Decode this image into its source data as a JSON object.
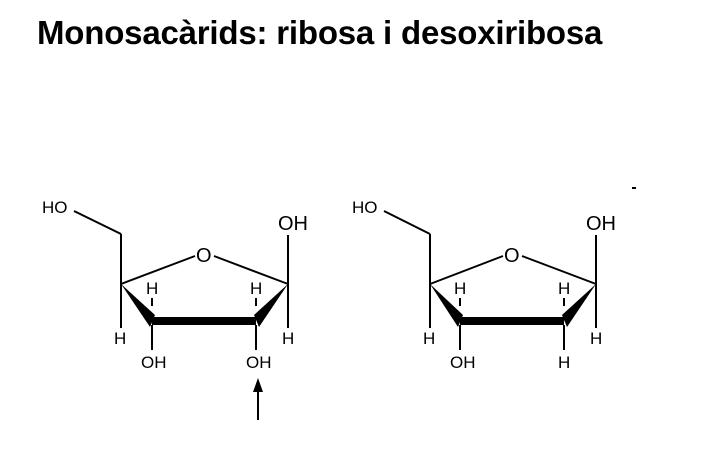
{
  "title": "Monosacàrids: ribosa i desoxiribosa",
  "colors": {
    "ink": "#000000",
    "background": "#ffffff"
  },
  "ribose": {
    "ring_oxygen": "O",
    "c5_hydroxyl": "HO",
    "c1_hydroxyl": "OH",
    "c4_h": "H",
    "c3_h_up": "H",
    "c3_oh_down": "OH",
    "c2_h_up": "H",
    "c2_oh_down": "OH",
    "c1_h_down": "H",
    "arrow_icon": "up-arrow"
  },
  "deoxyribose": {
    "ring_oxygen": "O",
    "c5_hydroxyl": "HO",
    "c1_hydroxyl": "OH",
    "c4_h": "H",
    "c3_h_up": "H",
    "c3_oh_down": "OH",
    "c2_h_up": "H",
    "c2_h_down": "H",
    "c1_h_down": "H"
  }
}
